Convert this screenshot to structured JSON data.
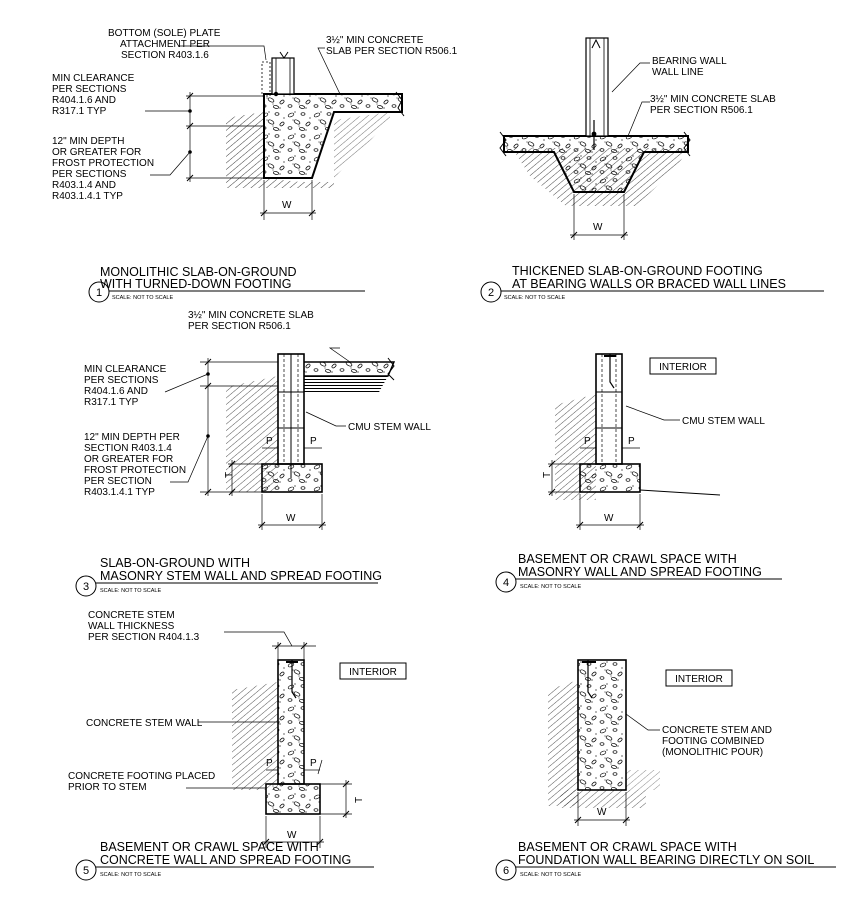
{
  "details": [
    {
      "number": "1",
      "title_line1": "MONOLITHIC SLAB-ON-GROUND",
      "title_line2": "WITH TURNED-DOWN FOOTING",
      "scale": "SCALE: NOT TO SCALE",
      "dims": {
        "w": "W"
      },
      "notes": {
        "plate": [
          "BOTTOM (SOLE) PLATE",
          "ATTACHMENT PER",
          "SECTION R403.1.6"
        ],
        "slab": [
          "3½\" MIN CONCRETE",
          "SLAB PER SECTION R506.1"
        ],
        "clearance": [
          "MIN CLEARANCE",
          "PER SECTIONS",
          "R404.1.6 AND",
          "R317.1 TYP"
        ],
        "depth": [
          "12\" MIN DEPTH",
          "OR GREATER FOR",
          "FROST PROTECTION",
          "PER SECTIONS",
          "R403.1.4 AND",
          "R403.1.4.1 TYP"
        ]
      }
    },
    {
      "number": "2",
      "title_line1": "THICKENED SLAB-ON-GROUND FOOTING",
      "title_line2": "AT BEARING WALLS OR BRACED WALL LINES",
      "scale": "SCALE: NOT TO SCALE",
      "dims": {
        "w": "W"
      },
      "notes": {
        "wall": [
          "BEARING WALL",
          "WALL LINE"
        ],
        "slab": [
          "3½\" MIN CONCRETE SLAB",
          "PER SECTION R506.1"
        ]
      }
    },
    {
      "number": "3",
      "title_line1": "SLAB-ON-GROUND WITH",
      "title_line2": "MASONRY STEM WALL AND SPREAD FOOTING",
      "scale": "SCALE: NOT TO SCALE",
      "dims": {
        "w": "W",
        "p": "P",
        "t": "T"
      },
      "notes": {
        "slab": [
          "3½\" MIN CONCRETE SLAB",
          "PER SECTION R506.1"
        ],
        "clearance": [
          "MIN CLEARANCE",
          "PER SECTIONS",
          "R404.1.6 AND",
          "R317.1 TYP"
        ],
        "depth": [
          "12\" MIN DEPTH PER",
          "SECTION R403.1.4",
          "OR GREATER FOR",
          "FROST PROTECTION",
          "PER SECTION",
          "R403.1.4.1 TYP"
        ],
        "cmu": [
          "CMU STEM WALL"
        ]
      }
    },
    {
      "number": "4",
      "title_line1": "BASEMENT OR CRAWL SPACE WITH",
      "title_line2": "MASONRY WALL AND SPREAD FOOTING",
      "scale": "SCALE: NOT TO SCALE",
      "dims": {
        "w": "W",
        "p": "P",
        "t": "T"
      },
      "notes": {
        "interior": [
          "INTERIOR"
        ],
        "cmu": [
          "CMU STEM WALL"
        ]
      }
    },
    {
      "number": "5",
      "title_line1": "BASEMENT OR CRAWL SPACE WITH",
      "title_line2": "CONCRETE WALL AND SPREAD FOOTING",
      "scale": "SCALE: NOT TO SCALE",
      "dims": {
        "w": "W",
        "p": "P",
        "t": "T"
      },
      "notes": {
        "thickness": [
          "CONCRETE STEM",
          "WALL THICKNESS",
          "PER SECTION R404.1.3"
        ],
        "interior": [
          "INTERIOR"
        ],
        "stem": [
          "CONCRETE STEM WALL"
        ],
        "footing": [
          "CONCRETE FOOTING PLACED",
          "PRIOR TO STEM"
        ]
      }
    },
    {
      "number": "6",
      "title_line1": "BASEMENT OR CRAWL SPACE WITH",
      "title_line2": "FOUNDATION WALL BEARING DIRECTLY ON SOIL",
      "scale": "SCALE: NOT TO SCALE",
      "dims": {
        "w": "W"
      },
      "notes": {
        "interior": [
          "INTERIOR"
        ],
        "combined": [
          "CONCRETE STEM AND",
          "FOOTING COMBINED",
          "(MONOLITHIC POUR)"
        ]
      }
    }
  ]
}
